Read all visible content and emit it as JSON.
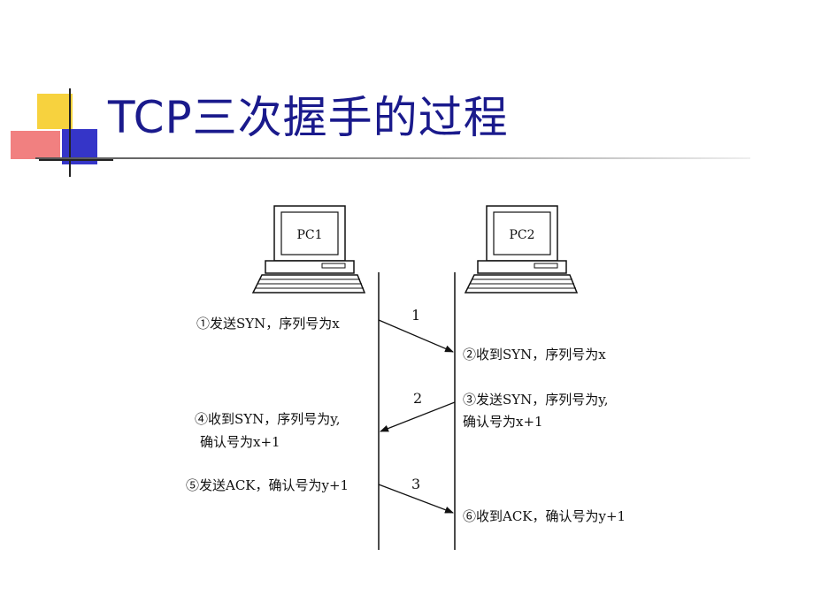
{
  "title": "TCP三次握手的过程",
  "hosts": {
    "left": "PC1",
    "right": "PC2"
  },
  "steps": [
    {
      "num": "1",
      "sender_text": [
        "①发送SYN，序列号为x"
      ],
      "receiver_text": [
        "②收到SYN，序列号为x"
      ]
    },
    {
      "num": "2",
      "sender_text": [
        "③发送SYN，序列号为y,",
        "确认号为x+1"
      ],
      "receiver_text": [
        "④收到SYN，序列号为y,",
        "确认号为x+1"
      ]
    },
    {
      "num": "3",
      "sender_text": [
        "⑤发送ACK，确认号为y+1"
      ],
      "receiver_text": [
        "⑥收到ACK，确认号为y+1"
      ]
    }
  ],
  "colors": {
    "title": "#1a1a8c",
    "deco_yellow": "#f7d23e",
    "deco_blue": "#3535c8",
    "deco_red": "#ef6a6a"
  }
}
